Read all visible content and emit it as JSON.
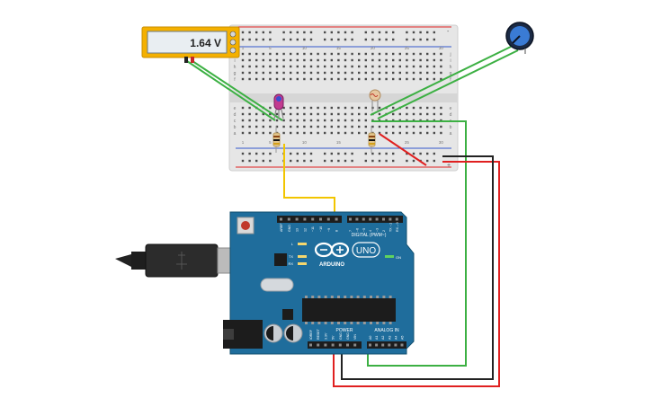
{
  "multimeter": {
    "reading": "1.64 V"
  },
  "breadboard": {
    "row_letters": [
      "a",
      "b",
      "c",
      "d",
      "e",
      "f",
      "g",
      "h",
      "i",
      "j"
    ],
    "column_numbers": [
      "1",
      "5",
      "10",
      "15",
      "20",
      "25",
      "30"
    ],
    "rail_minus": "-",
    "rail_plus": "+"
  },
  "arduino": {
    "brand": "ARDUINO",
    "model": "UNO",
    "on_label": "ON",
    "digital_label": "DIGITAL (PWM~)",
    "power_label": "POWER",
    "analog_label": "ANALOG IN",
    "led_labels": [
      "L",
      "TX",
      "RX"
    ],
    "power_pins": [
      "IOREF",
      "RESET",
      "3.3V",
      "5V",
      "GND",
      "GND",
      "VIN"
    ],
    "analog_pins": [
      "A0",
      "A1",
      "A2",
      "A3",
      "A4",
      "A5"
    ],
    "digital_pins_left": [
      "AREF",
      "GND",
      "13",
      "12",
      "~11",
      "~10",
      "~9",
      "8"
    ],
    "digital_pins_right": [
      "7",
      "~6",
      "~5",
      "4",
      "~3",
      "2",
      "TX→1",
      "RX←0"
    ]
  },
  "colors": {
    "board_blue": "#1f6d9c",
    "breadboard": "#e6e6e6",
    "multimeter_frame": "#f4b000",
    "wire_green": "#3cb043",
    "wire_red": "#e02020",
    "wire_black": "#222222",
    "wire_yellow": "#f2c500"
  }
}
